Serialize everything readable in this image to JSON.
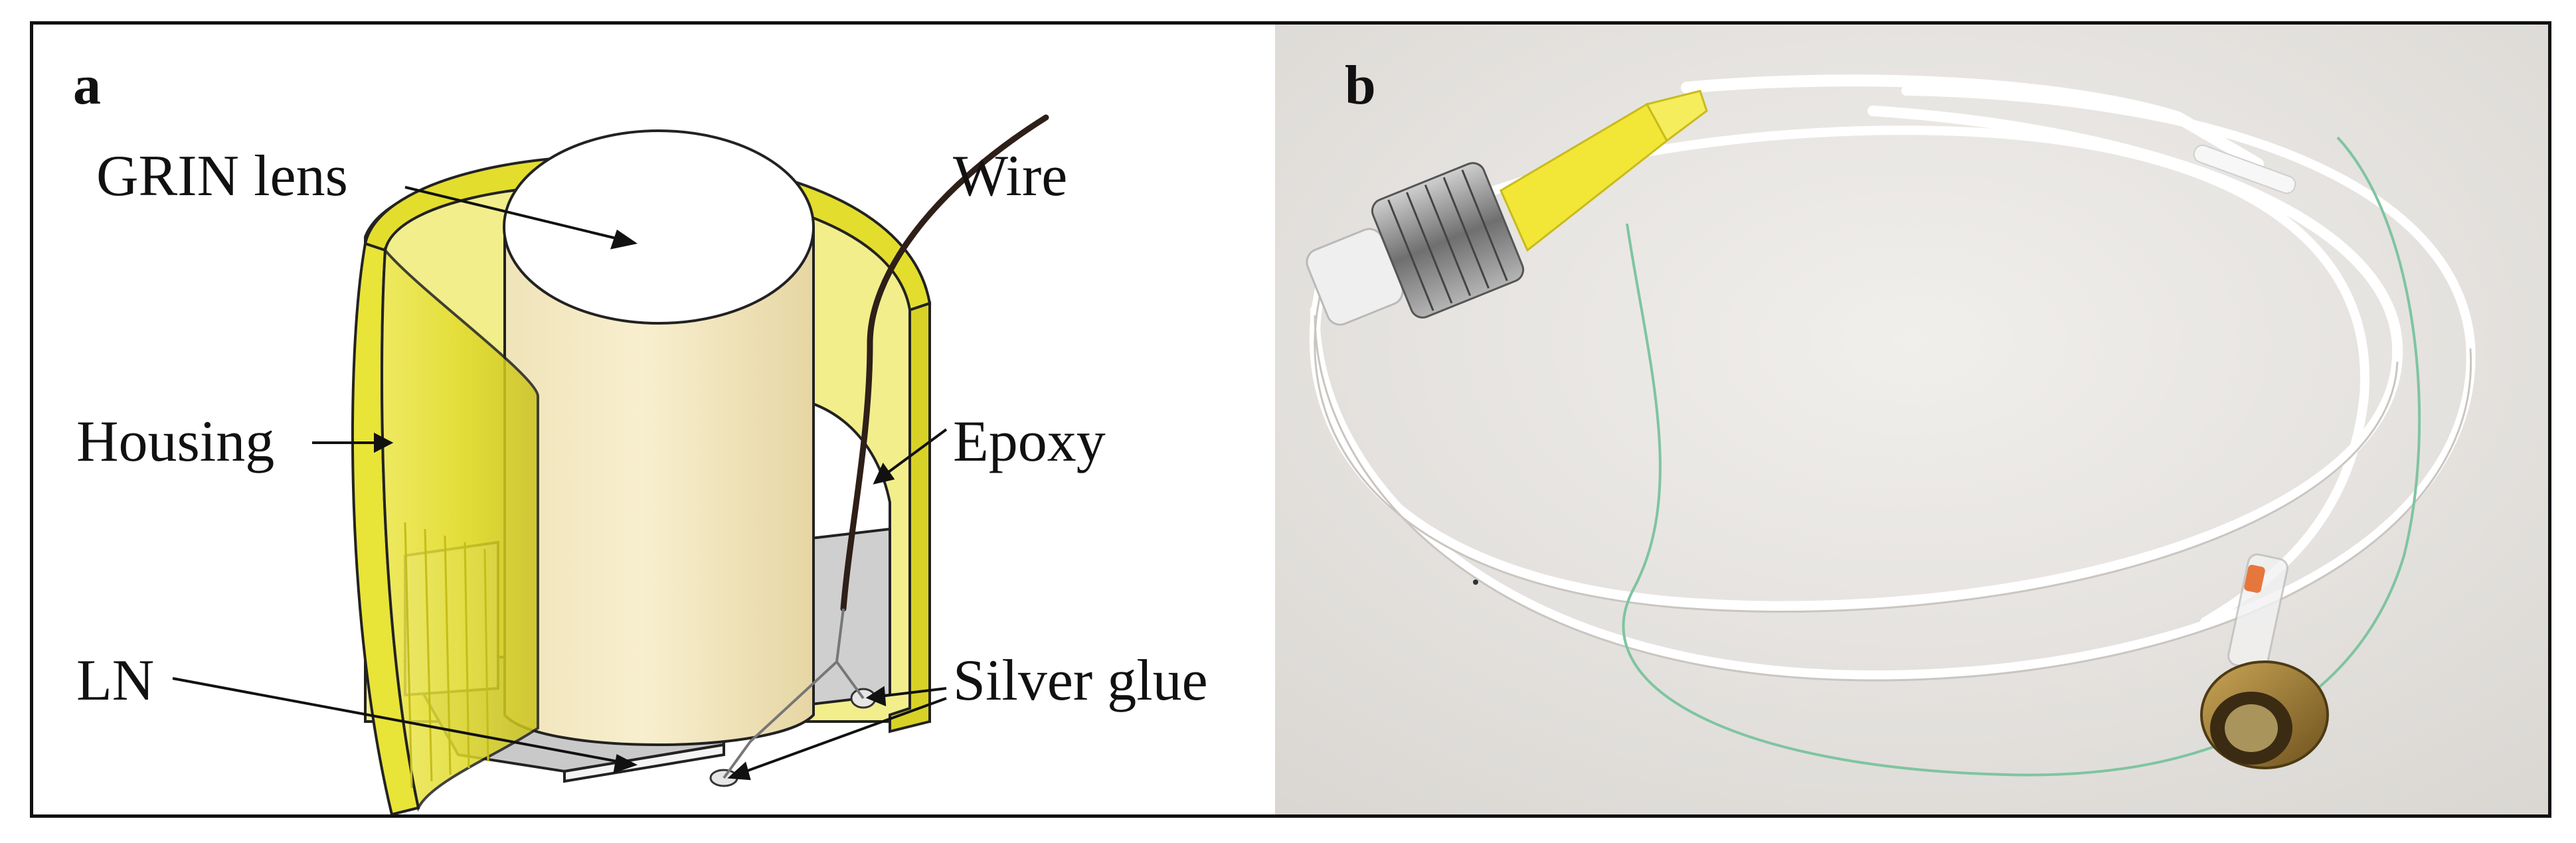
{
  "figure": {
    "panel_a": {
      "letter": "a",
      "labels": {
        "grin_lens": "GRIN lens",
        "wire": "Wire",
        "housing": "Housing",
        "epoxy": "Epoxy",
        "ln": "LN",
        "silver_glue": "Silver glue"
      }
    },
    "panel_b": {
      "letter": "b"
    },
    "colors": {
      "housing_yellow": "#e6e02a",
      "lens_cream": "#f5e9c2",
      "plate_gray": "#c8c8c8",
      "wire_brown": "#2e1f18",
      "photo_background": "#e9e7e4",
      "connector_yellow": "#f2e637",
      "fiber_green": "#7fc4a0",
      "brass": "#9c7a34"
    }
  }
}
